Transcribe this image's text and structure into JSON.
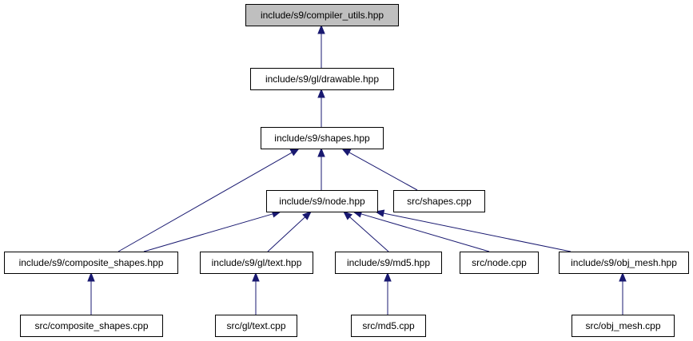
{
  "diagram": {
    "nodes": [
      {
        "id": "compiler_utils",
        "label": "include/s9/compiler_utils.hpp",
        "highlight": true
      },
      {
        "id": "drawable",
        "label": "include/s9/gl/drawable.hpp"
      },
      {
        "id": "shapes_hpp",
        "label": "include/s9/shapes.hpp"
      },
      {
        "id": "node_hpp",
        "label": "include/s9/node.hpp"
      },
      {
        "id": "shapes_cpp",
        "label": "src/shapes.cpp"
      },
      {
        "id": "composite_hpp",
        "label": "include/s9/composite_shapes.hpp"
      },
      {
        "id": "text_hpp",
        "label": "include/s9/gl/text.hpp"
      },
      {
        "id": "md5_hpp",
        "label": "include/s9/md5.hpp"
      },
      {
        "id": "node_cpp",
        "label": "src/node.cpp"
      },
      {
        "id": "obj_mesh_hpp",
        "label": "include/s9/obj_mesh.hpp"
      },
      {
        "id": "composite_cpp",
        "label": "src/composite_shapes.cpp"
      },
      {
        "id": "text_cpp",
        "label": "src/gl/text.cpp"
      },
      {
        "id": "md5_cpp",
        "label": "src/md5.cpp"
      },
      {
        "id": "obj_mesh_cpp",
        "label": "src/obj_mesh.cpp"
      }
    ],
    "edges": [
      {
        "from": "drawable",
        "to": "compiler_utils"
      },
      {
        "from": "shapes_hpp",
        "to": "drawable"
      },
      {
        "from": "node_hpp",
        "to": "shapes_hpp"
      },
      {
        "from": "shapes_cpp",
        "to": "shapes_hpp"
      },
      {
        "from": "composite_hpp",
        "to": "shapes_hpp"
      },
      {
        "from": "composite_hpp",
        "to": "node_hpp"
      },
      {
        "from": "text_hpp",
        "to": "node_hpp"
      },
      {
        "from": "md5_hpp",
        "to": "node_hpp"
      },
      {
        "from": "node_cpp",
        "to": "node_hpp"
      },
      {
        "from": "obj_mesh_hpp",
        "to": "node_hpp"
      },
      {
        "from": "composite_cpp",
        "to": "composite_hpp"
      },
      {
        "from": "text_cpp",
        "to": "text_hpp"
      },
      {
        "from": "md5_cpp",
        "to": "md5_hpp"
      },
      {
        "from": "obj_mesh_cpp",
        "to": "obj_mesh_hpp"
      }
    ],
    "colors": {
      "edge": "#191970",
      "highlight_fill": "#bfbfbf",
      "node_fill": "#ffffff",
      "node_border": "#000000"
    }
  }
}
